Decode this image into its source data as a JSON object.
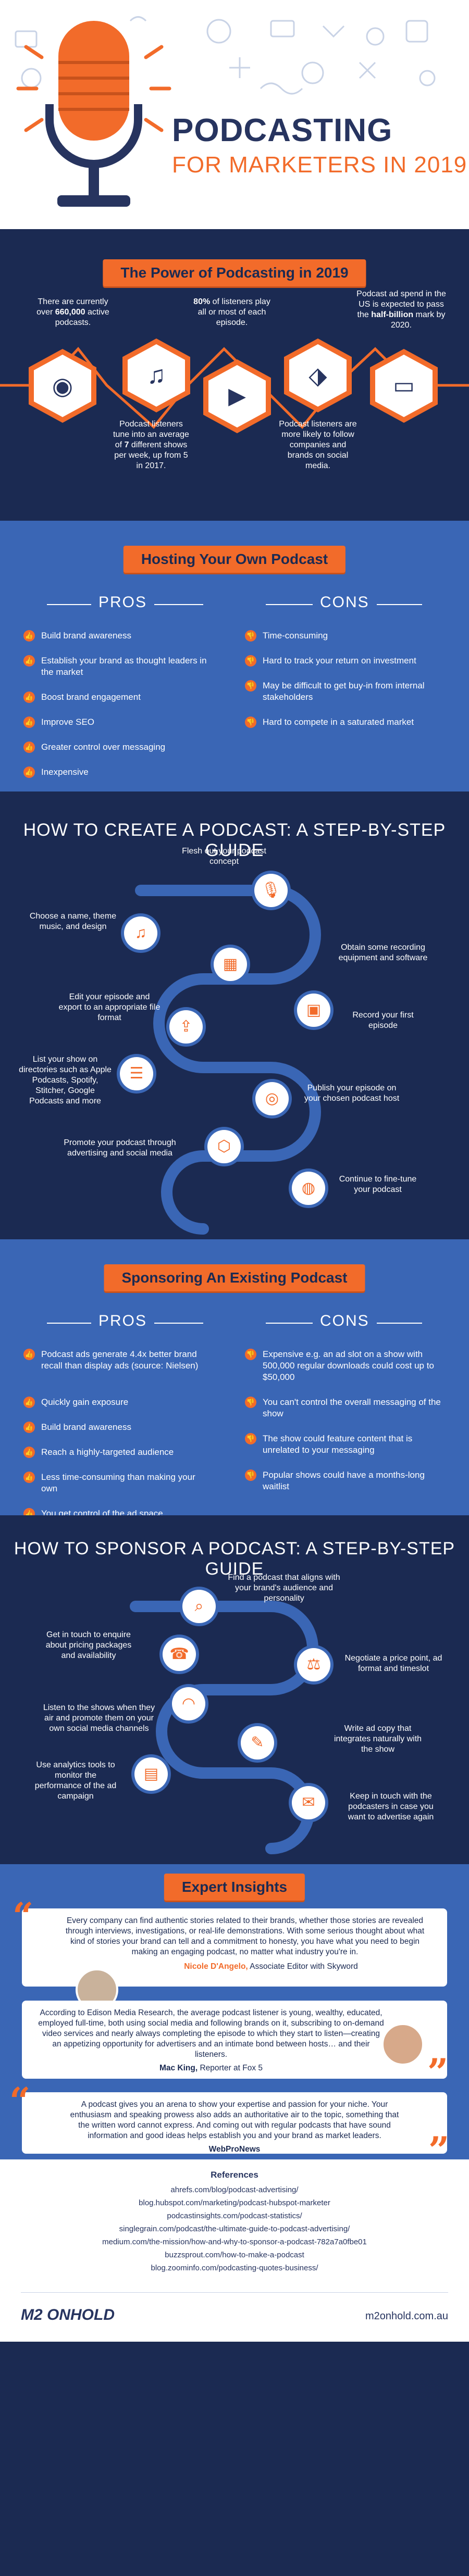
{
  "header": {
    "title_line1": "PODCASTING",
    "title_line2": "FOR MARKETERS IN 2019"
  },
  "power": {
    "banner": "The Power of Podcasting in 2019",
    "stats": [
      {
        "pre": "There are currently over ",
        "strong": "660,000",
        "post": " active podcasts."
      },
      {
        "pre": "Podcast listeners tune into an average of ",
        "strong": "7",
        "post": " different shows per week, up from 5 in 2017."
      },
      {
        "pre": "",
        "strong": "80%",
        "post": " of listeners play all or most  of each episode."
      },
      {
        "pre": "Podcast listeners are more likely to follow companies and brands on social media.",
        "strong": "",
        "post": ""
      },
      {
        "pre": "Podcast ad spend in the US is expected to pass the ",
        "strong": "half-billion",
        "post": " mark by 2020."
      }
    ]
  },
  "hosting": {
    "banner": "Hosting Your Own Podcast",
    "pros_title": "PROS",
    "cons_title": "CONS",
    "pros": [
      "Build brand awareness",
      "Establish your brand as thought leaders in the market",
      "Boost brand engagement",
      "Improve SEO",
      "Greater control over messaging",
      "Inexpensive"
    ],
    "cons": [
      "Time-consuming",
      "Hard to track your return on investment",
      "May be difficult to get buy-in from internal stakeholders",
      "Hard to compete in a saturated market"
    ]
  },
  "create": {
    "title": "HOW TO CREATE A PODCAST: A STEP-BY-STEP GUIDE",
    "steps": [
      "Flesh out your podcast concept",
      "Choose a name, theme music, and design",
      "Obtain some recording equipment and software",
      "Edit your episode and export to an appropriate file format",
      "Record your first episode",
      "List your show on directories such as Apple Podcasts, Spotify, Stitcher, Google Podcasts and more",
      "Publish your episode on your chosen podcast host",
      "Promote your podcast through advertising and social media",
      "Continue to fine-tune your podcast"
    ]
  },
  "sponsoring": {
    "banner": "Sponsoring An Existing Podcast",
    "pros_title": "PROS",
    "cons_title": "CONS",
    "pros": [
      "Podcast ads generate 4.4x better brand recall than display ads (source: Nielsen)",
      "Quickly gain exposure",
      "Build brand awareness",
      "Reach a highly-targeted audience",
      "Less time-consuming than making your own",
      "You get control of the ad space"
    ],
    "cons": [
      "Expensive e.g. an ad slot on a show with 500,000 regular downloads could cost up to $50,000",
      "You can't control the overall messaging of the show",
      "The show could feature content that is unrelated to your messaging",
      "Popular shows could have a months-long waitlist"
    ]
  },
  "sponsor": {
    "title": "HOW TO SPONSOR A PODCAST: A STEP-BY-STEP GUIDE",
    "steps": [
      "Find a podcast that aligns with your brand's audience and personality",
      "Get in touch to enquire about pricing packages and availability",
      "Negotiate a price point, ad format and timeslot",
      "Listen to the shows when they air and promote them on your own social media channels",
      "Write ad copy that integrates naturally with the show",
      "Use analytics tools to monitor the performance of the ad campaign",
      "Keep in touch with the podcasters in case you want to advertise again"
    ]
  },
  "expert": {
    "banner": "Expert Insights",
    "quotes": [
      {
        "text": "Every company can find authentic stories related to their brands, whether those stories are revealed through interviews, investigations, or real-life demonstrations. With some serious thought about what kind of stories your brand can tell and a commitment to honesty, you have what you need to begin making an engaging podcast, no matter what industry you're in.",
        "name": "Nicole D'Angelo,",
        "role": " Associate Editor with Skyword"
      },
      {
        "text": "According to Edison Media Research, the average podcast listener is young, wealthy, educated, employed full-time, both using social media and following brands on it, subscribing to on-demand video services and nearly always completing the episode to which they start to listen—creating an appetizing opportunity for advertisers and an intimate bond between hosts… and their listeners.",
        "name": "Mac King,",
        "role": " Reporter at Fox 5"
      },
      {
        "text": "A podcast gives you an arena to show your expertise and passion for your niche. Your enthusiasm and speaking prowess also adds an authoritative air to the topic, something that the written word cannot express. And coming out with regular podcasts that have sound information and good ideas helps establish you and your brand as market leaders.",
        "name": "WebProNews",
        "role": ""
      }
    ]
  },
  "refs": {
    "title": "References",
    "items": [
      "ahrefs.com/blog/podcast-advertising/",
      "blog.hubspot.com/marketing/podcast-hubspot-marketer",
      "podcastinsights.com/podcast-statistics/",
      "singlegrain.com/podcast/the-ultimate-guide-to-podcast-advertising/",
      "medium.com/the-mission/how-and-why-to-sponsor-a-podcast-782a7a0fbe01",
      "buzzsprout.com/how-to-make-a-podcast",
      "blog.zoominfo.com/podcasting-quotes-business/"
    ],
    "brand": "M2 ONHOLD",
    "website": "m2onhold.com.au"
  },
  "icons": {
    "hex": [
      "podcast-icon",
      "music-note-icon",
      "play-tv-icon",
      "price-tag-icon",
      "wallet-icon"
    ]
  },
  "colors": {
    "navy": "#1b2a52",
    "blue": "#3a66b5",
    "orange": "#f26b2a",
    "white": "#ffffff"
  }
}
